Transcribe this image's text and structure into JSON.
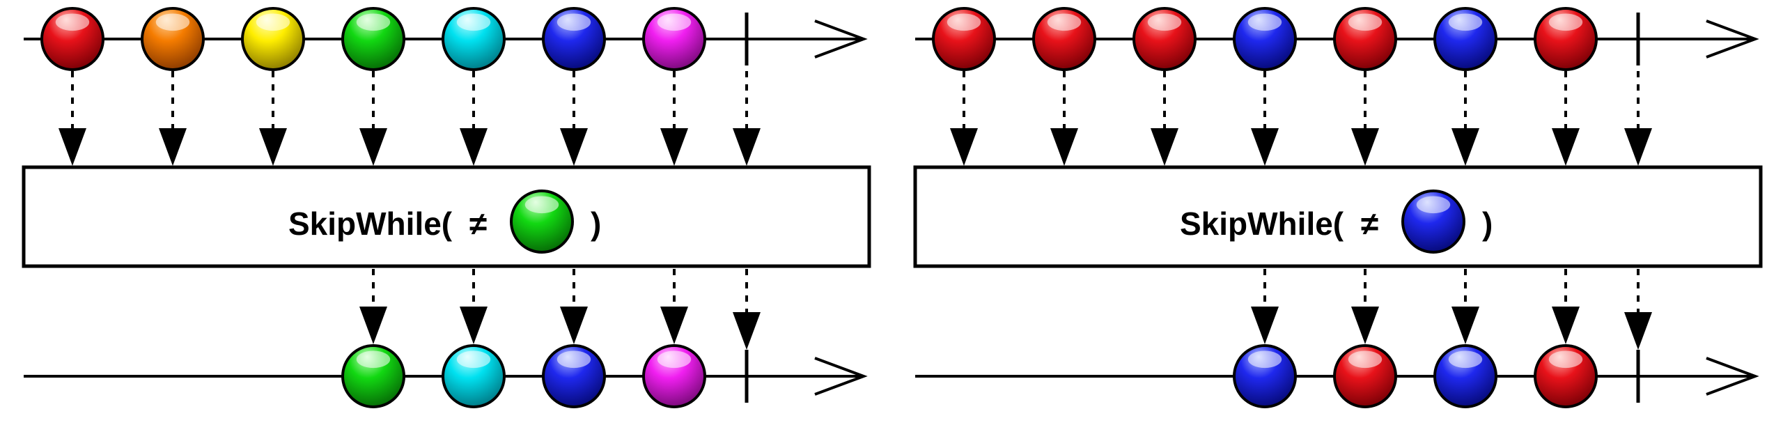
{
  "palette": {
    "red": {
      "base": "#e8121a",
      "light": "#ffb6b0",
      "dark": "#7a0006"
    },
    "orange": {
      "base": "#f57c00",
      "light": "#ffd5a0",
      "dark": "#8a3a00"
    },
    "yellow": {
      "base": "#ffee00",
      "light": "#ffffc8",
      "dark": "#8a7a00"
    },
    "green": {
      "base": "#12d812",
      "light": "#c4ffc0",
      "dark": "#066a06"
    },
    "cyan": {
      "base": "#00e1f0",
      "light": "#c8feff",
      "dark": "#007a86"
    },
    "blue": {
      "base": "#1f28ee",
      "light": "#b4c0ff",
      "dark": "#060a78"
    },
    "magenta": {
      "base": "#f01ff0",
      "light": "#ffc0ff",
      "dark": "#7a0a7a"
    }
  },
  "panels": [
    {
      "operator": {
        "name": "SkipWhile(",
        "symbol": "≠",
        "color": "green",
        "close": ")"
      },
      "source": [
        "red",
        "orange",
        "yellow",
        "green",
        "cyan",
        "blue",
        "magenta"
      ],
      "skipped_count": 3
    },
    {
      "operator": {
        "name": "SkipWhile(",
        "symbol": "≠",
        "color": "blue",
        "close": ")"
      },
      "source": [
        "red",
        "red",
        "red",
        "blue",
        "red",
        "blue",
        "red"
      ],
      "skipped_count": 3
    }
  ]
}
